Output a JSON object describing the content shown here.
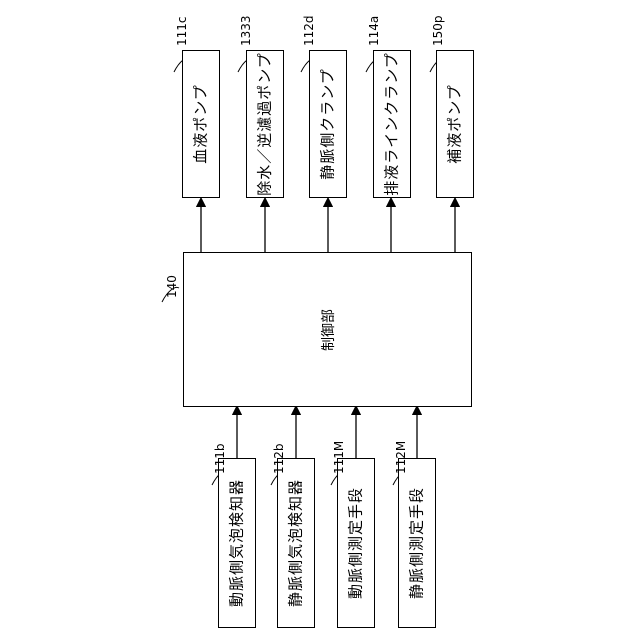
{
  "outputs": [
    {
      "label": "血液ポンプ",
      "ref": "111c"
    },
    {
      "label": "除水／逆濾過ポンプ",
      "ref": "1333"
    },
    {
      "label": "静脈側クランプ",
      "ref": "112d"
    },
    {
      "label": "排液ラインクランプ",
      "ref": "114a"
    },
    {
      "label": "補液ポンプ",
      "ref": "150p"
    }
  ],
  "controller": {
    "label": "制御部",
    "ref": "140"
  },
  "inputs": [
    {
      "label": "動脈側気泡検知器",
      "ref": "111b"
    },
    {
      "label": "静脈側気泡検知器",
      "ref": "112b"
    },
    {
      "label": "動脈側測定手段",
      "ref": "111M"
    },
    {
      "label": "静脈側測定手段",
      "ref": "112M"
    }
  ]
}
